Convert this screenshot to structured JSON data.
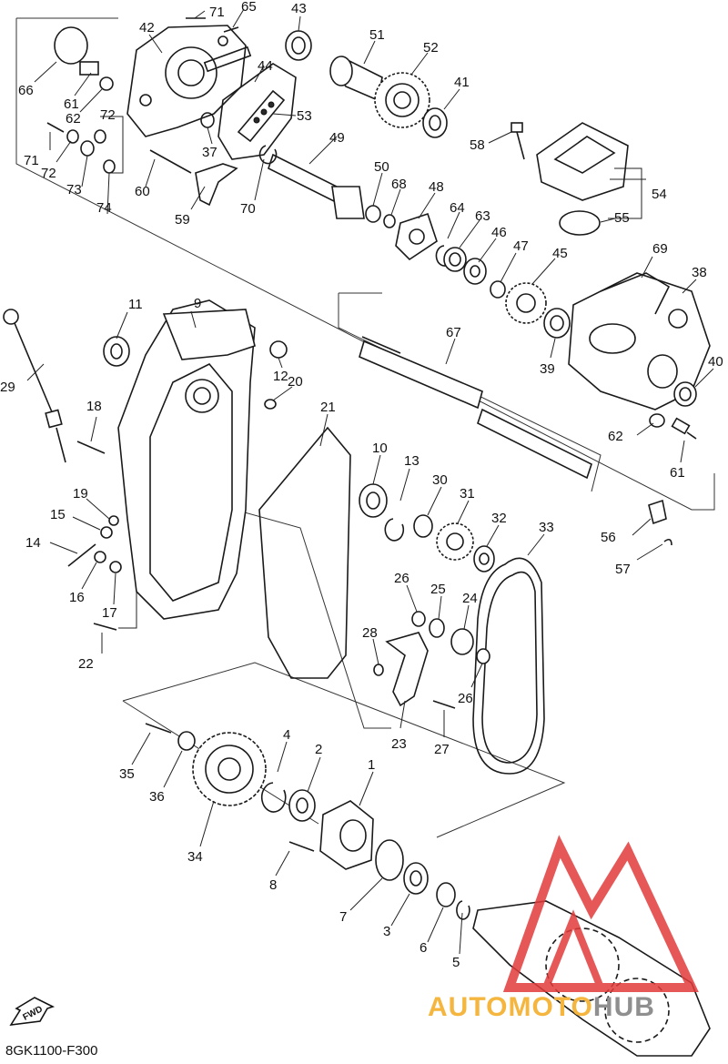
{
  "diagram": {
    "code": "8GK1100-F300",
    "fwd_label": "FWD",
    "watermark": {
      "part_a": "AUTOMOTO",
      "part_b": "HUB"
    },
    "callouts": [
      {
        "id": "1",
        "label": "1"
      },
      {
        "id": "2",
        "label": "2"
      },
      {
        "id": "3",
        "label": "3"
      },
      {
        "id": "4",
        "label": "4"
      },
      {
        "id": "5",
        "label": "5"
      },
      {
        "id": "6",
        "label": "6"
      },
      {
        "id": "7",
        "label": "7"
      },
      {
        "id": "8",
        "label": "8"
      },
      {
        "id": "9",
        "label": "9"
      },
      {
        "id": "10",
        "label": "10"
      },
      {
        "id": "11",
        "label": "11"
      },
      {
        "id": "12",
        "label": "12"
      },
      {
        "id": "13",
        "label": "13"
      },
      {
        "id": "14",
        "label": "14"
      },
      {
        "id": "15",
        "label": "15"
      },
      {
        "id": "16",
        "label": "16"
      },
      {
        "id": "17",
        "label": "17"
      },
      {
        "id": "18",
        "label": "18"
      },
      {
        "id": "19",
        "label": "19"
      },
      {
        "id": "20",
        "label": "20"
      },
      {
        "id": "21",
        "label": "21"
      },
      {
        "id": "22",
        "label": "22"
      },
      {
        "id": "23",
        "label": "23"
      },
      {
        "id": "24",
        "label": "24"
      },
      {
        "id": "25",
        "label": "25"
      },
      {
        "id": "26a",
        "label": "26"
      },
      {
        "id": "26b",
        "label": "26"
      },
      {
        "id": "27",
        "label": "27"
      },
      {
        "id": "28",
        "label": "28"
      },
      {
        "id": "29",
        "label": "29"
      },
      {
        "id": "30",
        "label": "30"
      },
      {
        "id": "31",
        "label": "31"
      },
      {
        "id": "32",
        "label": "32"
      },
      {
        "id": "33",
        "label": "33"
      },
      {
        "id": "34",
        "label": "34"
      },
      {
        "id": "35",
        "label": "35"
      },
      {
        "id": "36",
        "label": "36"
      },
      {
        "id": "37",
        "label": "37"
      },
      {
        "id": "38",
        "label": "38"
      },
      {
        "id": "39",
        "label": "39"
      },
      {
        "id": "40",
        "label": "40"
      },
      {
        "id": "41",
        "label": "41"
      },
      {
        "id": "42",
        "label": "42"
      },
      {
        "id": "43",
        "label": "43"
      },
      {
        "id": "44",
        "label": "44"
      },
      {
        "id": "45",
        "label": "45"
      },
      {
        "id": "46",
        "label": "46"
      },
      {
        "id": "47",
        "label": "47"
      },
      {
        "id": "48",
        "label": "48"
      },
      {
        "id": "49",
        "label": "49"
      },
      {
        "id": "50",
        "label": "50"
      },
      {
        "id": "51",
        "label": "51"
      },
      {
        "id": "52",
        "label": "52"
      },
      {
        "id": "53",
        "label": "53"
      },
      {
        "id": "54",
        "label": "54"
      },
      {
        "id": "55",
        "label": "55"
      },
      {
        "id": "56",
        "label": "56"
      },
      {
        "id": "57",
        "label": "57"
      },
      {
        "id": "58",
        "label": "58"
      },
      {
        "id": "59",
        "label": "59"
      },
      {
        "id": "60",
        "label": "60"
      },
      {
        "id": "61a",
        "label": "61"
      },
      {
        "id": "61b",
        "label": "61"
      },
      {
        "id": "62a",
        "label": "62"
      },
      {
        "id": "62b",
        "label": "62"
      },
      {
        "id": "63",
        "label": "63"
      },
      {
        "id": "64",
        "label": "64"
      },
      {
        "id": "65",
        "label": "65"
      },
      {
        "id": "66",
        "label": "66"
      },
      {
        "id": "67",
        "label": "67"
      },
      {
        "id": "68",
        "label": "68"
      },
      {
        "id": "69",
        "label": "69"
      },
      {
        "id": "70",
        "label": "70"
      },
      {
        "id": "71a",
        "label": "71"
      },
      {
        "id": "71b",
        "label": "71"
      },
      {
        "id": "72a",
        "label": "72"
      },
      {
        "id": "72b",
        "label": "72"
      },
      {
        "id": "73",
        "label": "73"
      },
      {
        "id": "74",
        "label": "74"
      }
    ]
  }
}
